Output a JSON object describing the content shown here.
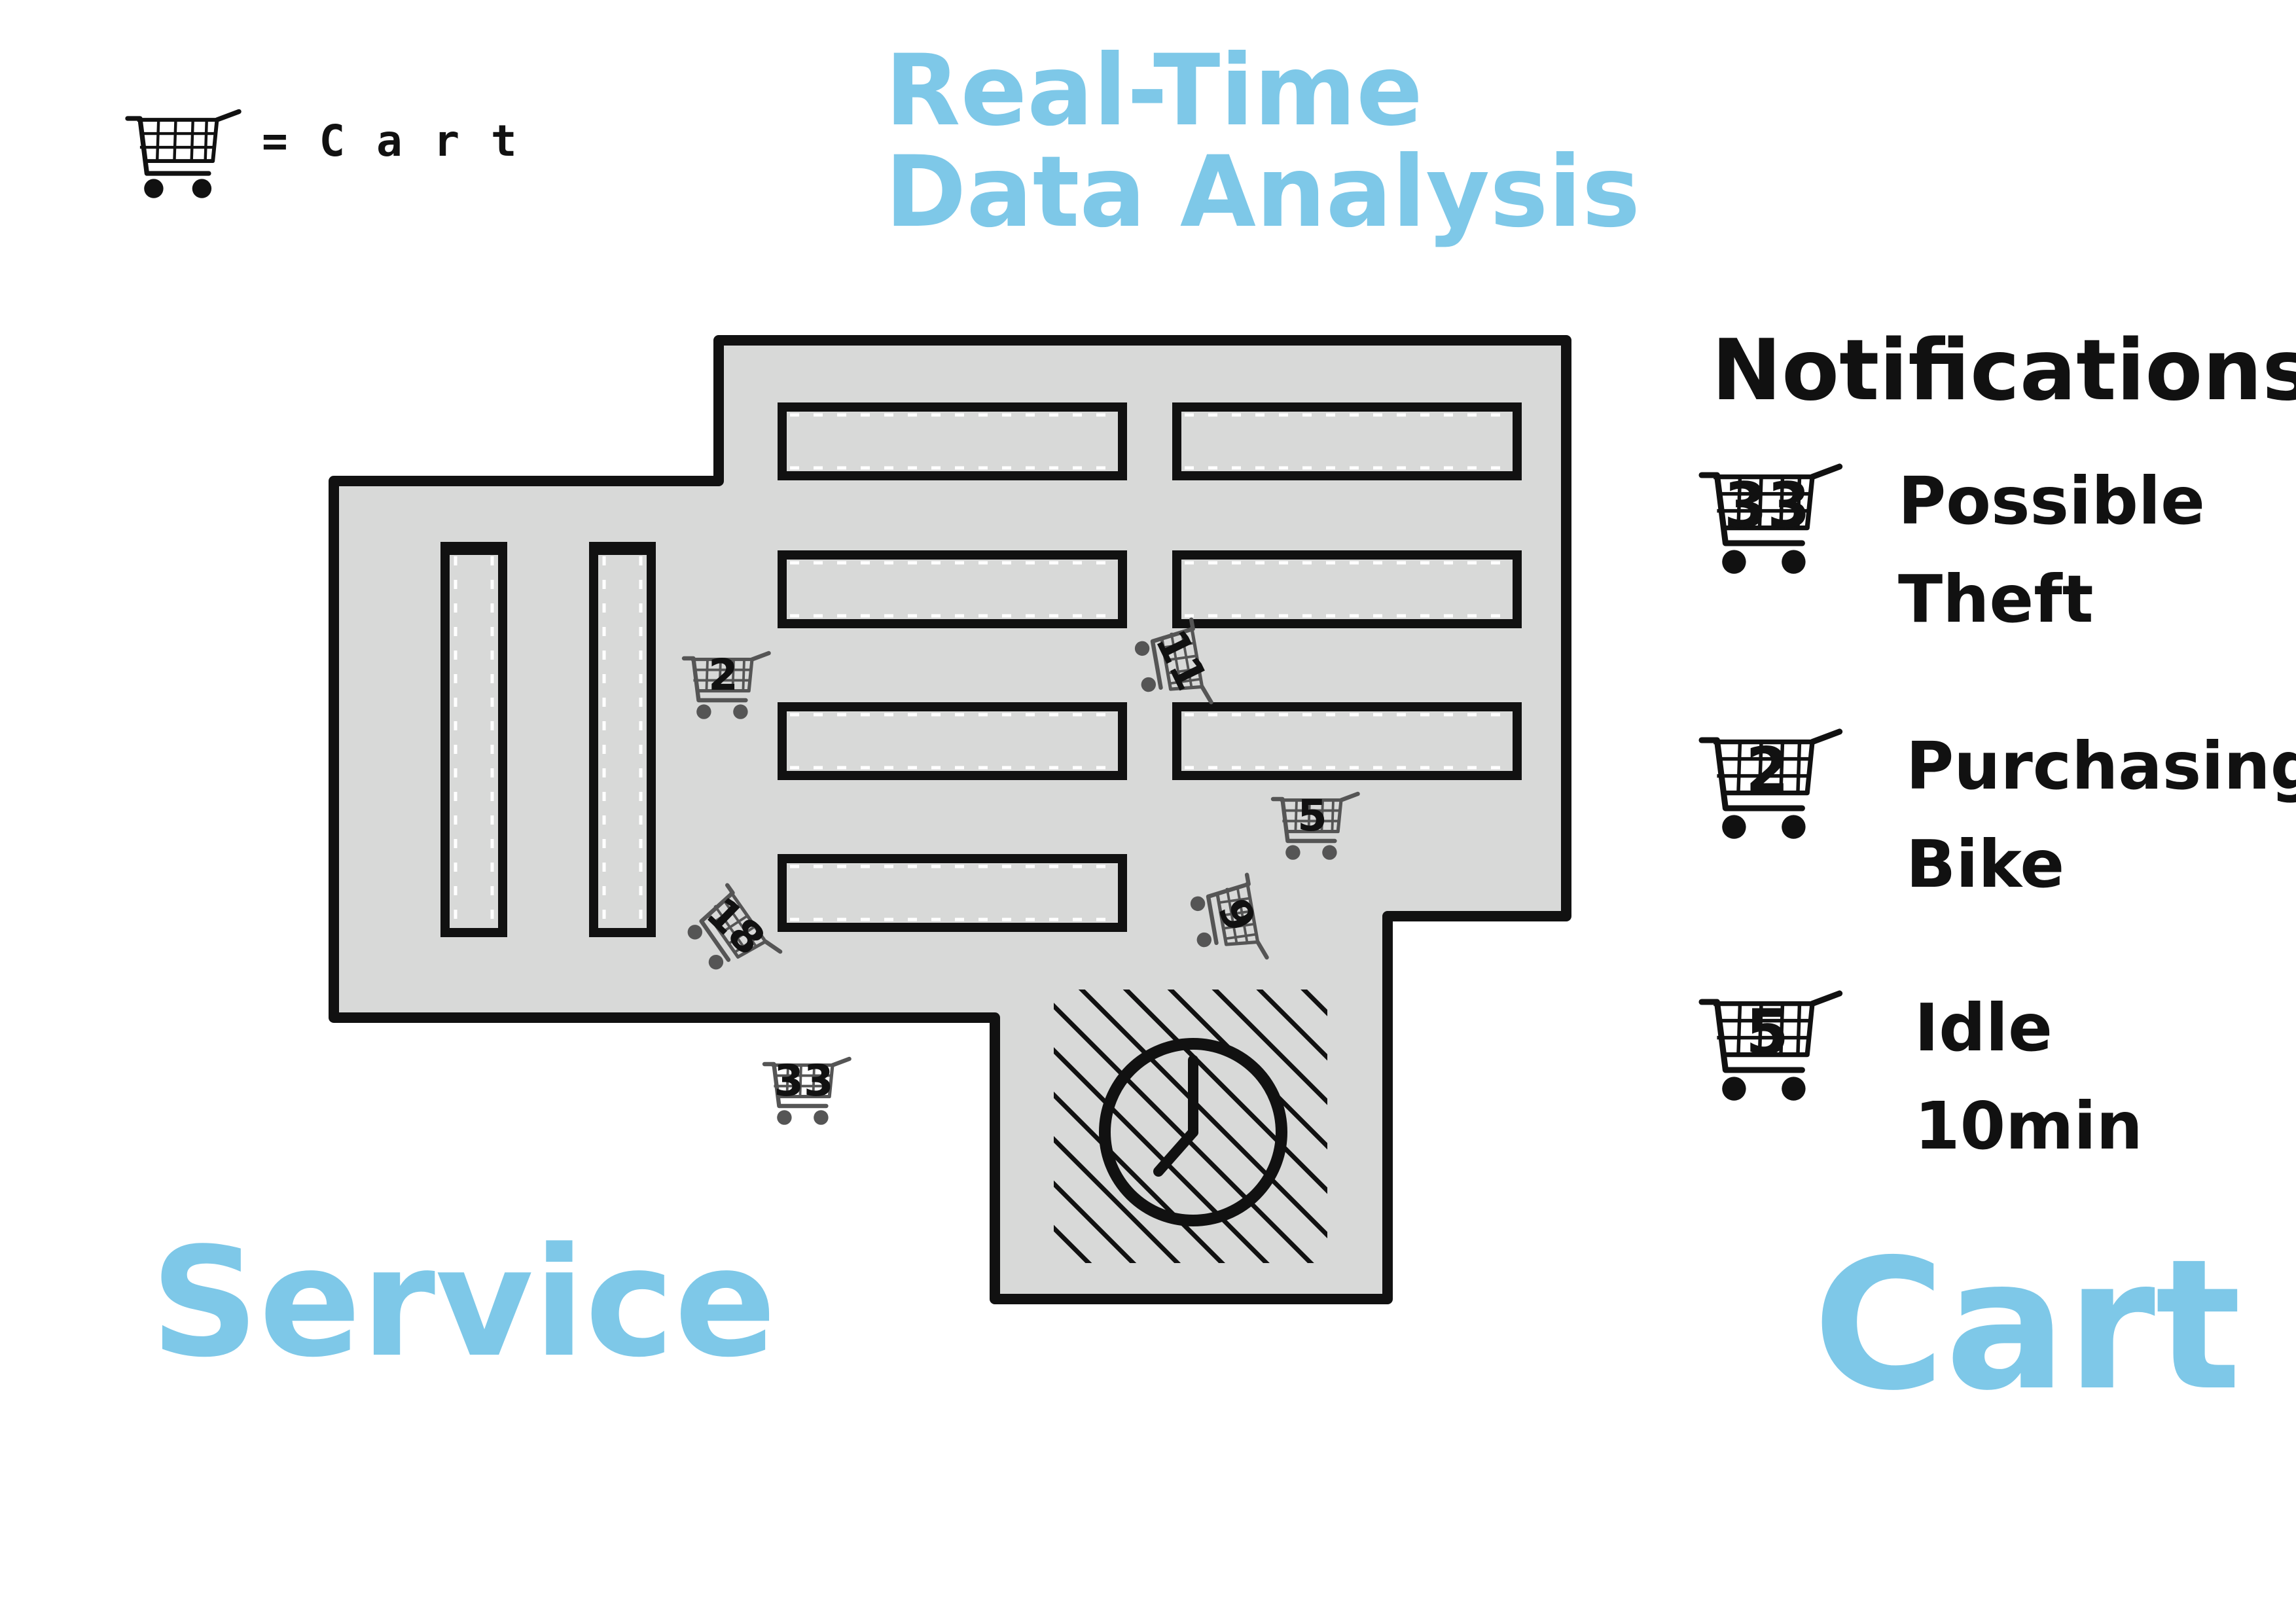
{
  "legend": {
    "icon": "shopping-cart-icon",
    "label": "= C a r t"
  },
  "title": {
    "line1": "Real-Time",
    "line2": "Data Analysis"
  },
  "notifications": {
    "heading": "Notifications",
    "items": [
      {
        "cart_id": "33",
        "line1": "Possible",
        "line2": "Theft"
      },
      {
        "cart_id": "2",
        "line1": "Purchasing",
        "line2": "Bike"
      },
      {
        "cart_id": "5",
        "line1": "Idle",
        "line2": "10min"
      }
    ]
  },
  "map": {
    "carts": [
      {
        "id": "2",
        "status": "shopping"
      },
      {
        "id": "11",
        "status": "shopping"
      },
      {
        "id": "5",
        "status": "idle"
      },
      {
        "id": "18",
        "status": "shopping"
      },
      {
        "id": "9",
        "status": "shopping"
      },
      {
        "id": "33",
        "status": "outside-store"
      }
    ],
    "checkout_zone_icon": "clock-icon"
  },
  "footer": {
    "left": "Service",
    "right": "Cart"
  },
  "colors": {
    "accent": "#7ec8e8",
    "floor": "#d8d9d8",
    "outline": "#111111",
    "cart_on_map": "#555555"
  }
}
